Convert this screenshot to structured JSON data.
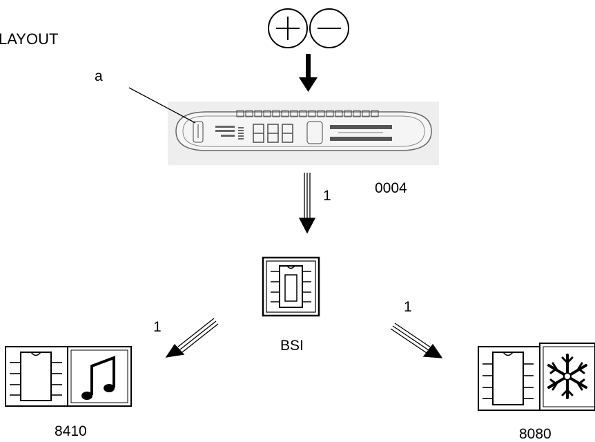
{
  "title": "LAYOUT",
  "labels": {
    "a": "a",
    "display_code": "0004",
    "bsi": "BSI",
    "radio_code": "8410",
    "clim_code": "8080"
  },
  "links": {
    "display_to_bsi": "1",
    "bsi_to_radio": "1",
    "bsi_to_clim": "1"
  },
  "icons": {
    "plus": "plus-circle-icon",
    "minus": "minus-circle-icon",
    "bsi": "chip-icon",
    "radio": "music-note-icon",
    "clim": "snowflake-icon"
  },
  "display": {
    "digits": "888"
  }
}
